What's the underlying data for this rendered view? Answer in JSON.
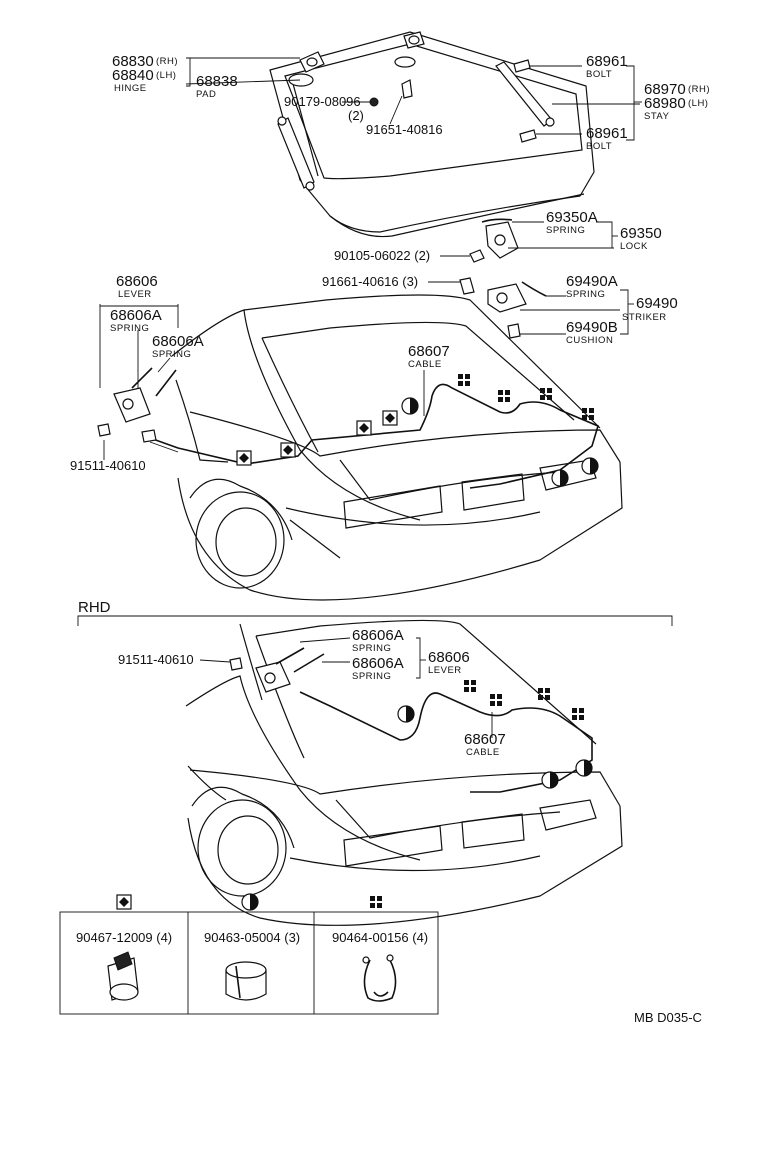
{
  "labels": {
    "hinge_rh": "68830",
    "hinge_rh_side": "(RH)",
    "hinge_lh": "68840",
    "hinge_lh_side": "(LH)",
    "hinge_name": "HINGE",
    "pad_no": "68838",
    "pad_name": "PAD",
    "nut_no": "90179-08096",
    "nut_qty": "(2)",
    "screw_top_no": "91651-40816",
    "bolt1_no": "68961",
    "bolt1_name": "BOLT",
    "stay_rh": "68970",
    "stay_rh_side": "(RH)",
    "stay_lh": "68980",
    "stay_lh_side": "(LH)",
    "stay_name": "STAY",
    "bolt2_no": "68961",
    "bolt2_name": "BOLT",
    "lock_spring_no": "69350A",
    "lock_spring_name": "SPRING",
    "lock_no": "69350",
    "lock_name": "LOCK",
    "bolt_lock_no": "90105-06022 (2)",
    "screw_striker_no": "91661-40616 (3)",
    "striker_spring_no": "69490A",
    "striker_spring_name": "SPRING",
    "striker_no": "69490",
    "striker_name": "STRIKER",
    "cushion_no": "69490B",
    "cushion_name": "CUSHION",
    "lever_no": "68606",
    "lever_name": "LEVER",
    "lever_spring1_no": "68606A",
    "lever_spring1_name": "SPRING",
    "lever_spring2_no": "68606A",
    "lever_spring2_name": "SPRING",
    "cable_no": "68607",
    "cable_name": "CABLE",
    "lever_screw_no": "91511-40610",
    "rhd_title": "RHD",
    "rhd_screw_no": "91511-40610",
    "rhd_spring1_no": "68606A",
    "rhd_spring1_name": "SPRING",
    "rhd_spring2_no": "68606A",
    "rhd_spring2_name": "SPRING",
    "rhd_lever_no": "68606",
    "rhd_lever_name": "LEVER",
    "rhd_cable_no": "68607",
    "rhd_cable_name": "CABLE",
    "code": "MB  D035-C"
  },
  "legend": [
    {
      "symbol": "diamond-symbol",
      "part_no": "90467-12009 (4)"
    },
    {
      "symbol": "half-circle-symbol",
      "part_no": "90463-05004 (3)"
    },
    {
      "symbol": "four-squares-symbol",
      "part_no": "90464-00156 (4)"
    }
  ]
}
